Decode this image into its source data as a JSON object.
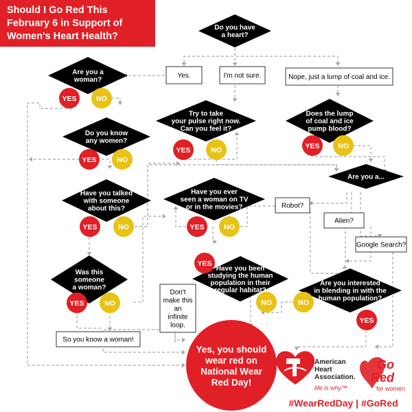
{
  "title": "Should I Go Red This February 6 in Support of Women's Heart Health?",
  "colors": {
    "red": "#e01f26",
    "yellow": "#e8c214",
    "black": "#000000",
    "connector": "#a9a9a9"
  },
  "questions": {
    "heart": [
      "Do you have",
      "a heart?"
    ],
    "woman": [
      "Are you a",
      "woman?"
    ],
    "know_women": [
      "Do you know",
      "any women?"
    ],
    "talked": [
      "Have you talked",
      "with someone",
      "about this?"
    ],
    "was_woman": [
      "Was this",
      "someone",
      "a woman?"
    ],
    "pulse": [
      "Try to take",
      "your pulse right now.",
      "Can you feel it?"
    ],
    "coal": [
      "Does the lump",
      "of coal and ice",
      "pump blood?"
    ],
    "are_you_a": [
      "Are you a..."
    ],
    "seen_woman": [
      "Have you ever",
      "seen a woman on TV",
      "or in the movies?"
    ],
    "studying": [
      "Have you been",
      "studying the human",
      "population in their",
      "regular habitat?"
    ],
    "blending": [
      "Are you interested",
      "in blending in with the",
      "human population?"
    ]
  },
  "answers": {
    "yes": "Yes.",
    "not_sure": "I'm not sure.",
    "nope": "Nope, just a lump of coal and ice.",
    "robot": "Robot?",
    "alien": "Alien?",
    "google": "Google Search?",
    "know_woman": "So you know a woman!",
    "no_loop": [
      "Don't",
      "make this",
      "an",
      "infinite",
      "loop."
    ]
  },
  "yes_label": "YES",
  "no_label": "NO",
  "final": [
    "Yes, you should",
    "wear red on",
    "National Wear",
    "Red Day!"
  ],
  "aha": {
    "lines": [
      "American",
      "Heart",
      "Association."
    ],
    "tagline": "life is why™"
  },
  "gored": {
    "go": "Go",
    "red": "Red",
    "sub": "for women"
  },
  "hashtags": "#WearRedDay | #GoRed"
}
